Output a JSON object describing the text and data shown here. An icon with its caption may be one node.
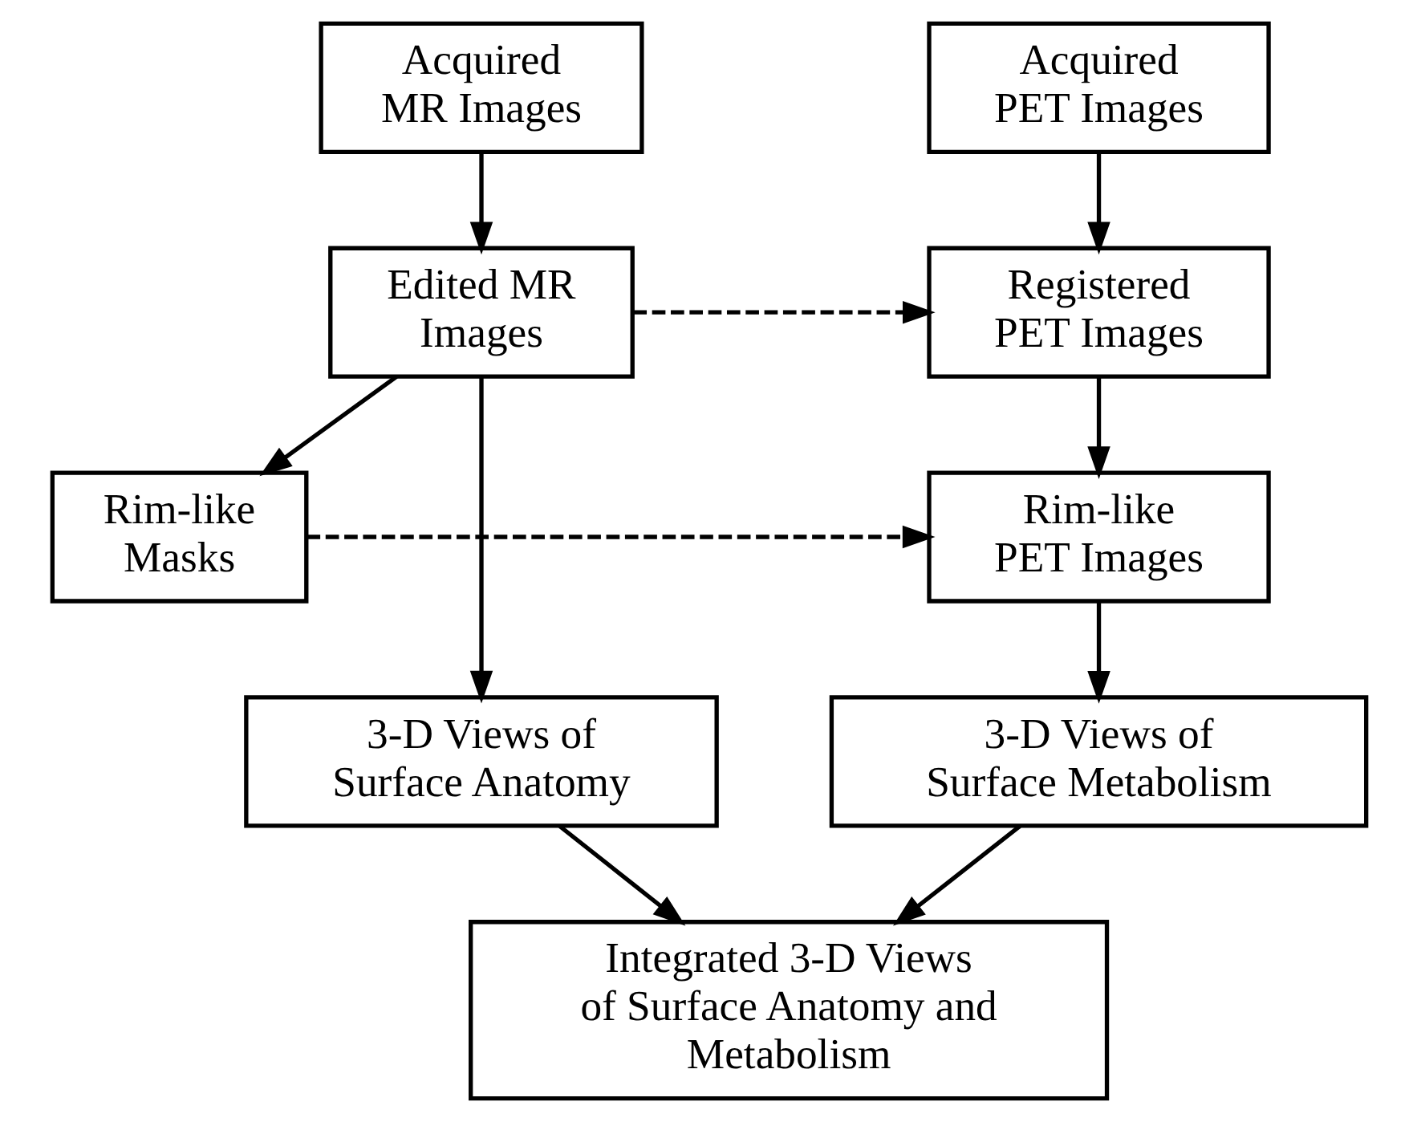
{
  "diagram": {
    "nodes": [
      {
        "text": [
          "Acquired MR Images"
        ]
      },
      {
        "text": [
          "Acquired PET Images"
        ]
      },
      {
        "text": [
          "Edited MR Images"
        ]
      },
      {
        "text": [
          "Registered PET Images"
        ]
      },
      {
        "text": [
          "Rim-like Masks"
        ]
      },
      {
        "text": [
          "Rim-like PET Images"
        ]
      },
      {
        "text": [
          "3-D Views of Surface Anatomy"
        ]
      },
      {
        "text": [
          "3-D Views of Surface Metabolism"
        ]
      },
      {
        "text": [
          "Integrated 3-D Views of Surface Anatomy and Metabolism"
        ]
      }
    ],
    "edges": [
      {
        "from": 0,
        "to": 2,
        "arrow": "to"
      },
      {
        "from": 1,
        "to": 3,
        "arrow": "to"
      },
      {
        "from": 2,
        "to": 3,
        "arrow": "to",
        "style": "dashed"
      },
      {
        "from": 2,
        "to": 4,
        "arrow": "to"
      },
      {
        "from": 2,
        "to": 6,
        "arrow": "to"
      },
      {
        "from": 3,
        "to": 5,
        "arrow": "to"
      },
      {
        "from": 4,
        "to": 5,
        "arrow": "to",
        "style": "dashed"
      },
      {
        "from": 5,
        "to": 7,
        "arrow": "to"
      },
      {
        "from": 6,
        "to": 8,
        "arrow": "to"
      },
      {
        "from": 7,
        "to": 8,
        "arrow": "to"
      }
    ]
  }
}
